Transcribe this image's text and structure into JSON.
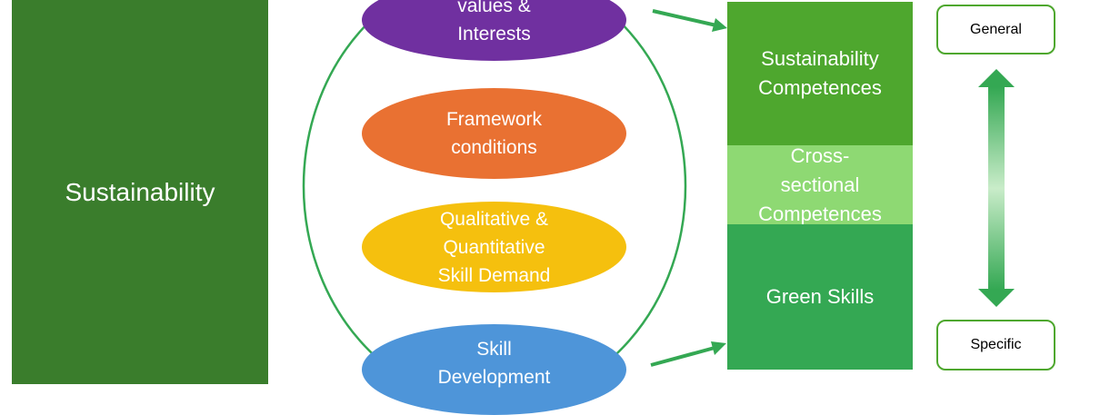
{
  "left_bar": {
    "label": "Sustainability"
  },
  "factors": [
    {
      "label": "values &\nInterests",
      "color": "#7030a0"
    },
    {
      "label": "Framework\nconditions",
      "color": "#e97132"
    },
    {
      "label": "Qualitative &\nQuantitative\nSkill Demand",
      "color": "#f5c00e"
    },
    {
      "label": "Skill\nDevelopment",
      "color": "#4e95d9"
    }
  ],
  "competences": [
    {
      "label": "Sustainability\nCompetences",
      "color": "#4ea72e"
    },
    {
      "label": "Cross-\nsectional\nCompetences",
      "color": "#8ed973"
    },
    {
      "label": "Green Skills",
      "color": "#34a853"
    }
  ],
  "scale": {
    "top_label": "General",
    "bottom_label": "Specific"
  },
  "colors": {
    "sustainability_bar": "#3a7d2c",
    "outline_green": "#4ea72e",
    "arrow_green": "#34a853"
  }
}
